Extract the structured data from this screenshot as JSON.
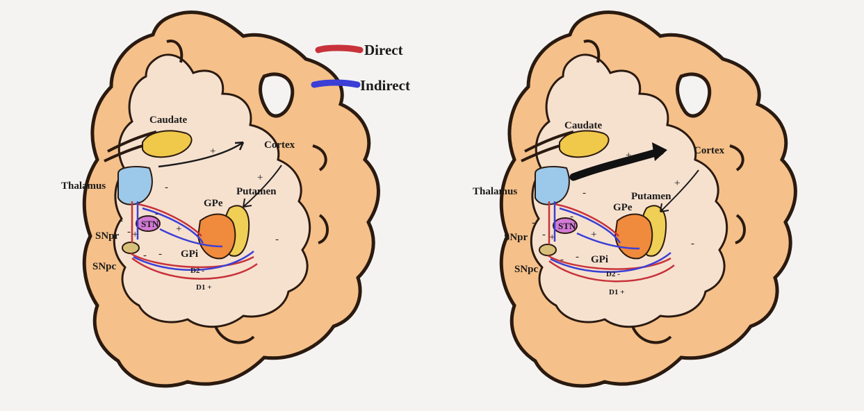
{
  "legend": {
    "direct": "Direct",
    "indirect": "Indirect",
    "direct_color": "#c8323a",
    "indirect_color": "#3b3fd6"
  },
  "colors": {
    "cortex_fill": "#f5c089",
    "cortex_stroke": "#2a1a10",
    "interior": "#f6e1cf",
    "caudate": "#f0c84a",
    "thalamus": "#9cc8ea",
    "stn": "#d47ad6",
    "gp_orange": "#f08a3c",
    "putamen_yellow": "#f0cf57",
    "background": "#f4f3f1"
  },
  "panels": [
    {
      "labels": {
        "caudate": "Caudate",
        "cortex": "Cortex",
        "thalamus": "Thalamus",
        "putamen": "Putamen",
        "gpe": "GPe",
        "gpi": "GPi",
        "stn": "STN",
        "snpr": "SNpr",
        "snpc": "SNpc",
        "d2": "D2 -",
        "d1": "D1 +"
      },
      "signs": {
        "thalamo_cortex": "+",
        "cortex_putamen": "+",
        "thalamus_gpi": "-",
        "gpe_stn": "+",
        "stn_side": "-",
        "snpr_a": "-",
        "snpr_b": "-",
        "snc_plus": "+",
        "low_a": "-",
        "low_b": "-",
        "gpi_side": "-"
      }
    },
    {
      "labels": {
        "caudate": "Caudate",
        "cortex": "Cortex",
        "thalamus": "Thalamus",
        "putamen": "Putamen",
        "gpe": "GPe",
        "gpi": "GPi",
        "stn": "STN",
        "snpr": "SNpr",
        "snpc": "SNpc",
        "d2": "D2 -",
        "d1": "D1 +"
      },
      "signs": {
        "thalamo_cortex": "+",
        "cortex_putamen": "+",
        "thalamus_gpi": "-",
        "gpe_stn": "+",
        "stn_side": "-",
        "snpr_a": "-",
        "snpr_b": "-",
        "snc_plus": "+",
        "low_a": "-",
        "low_b": "-",
        "gpi_side": "-"
      }
    }
  ]
}
